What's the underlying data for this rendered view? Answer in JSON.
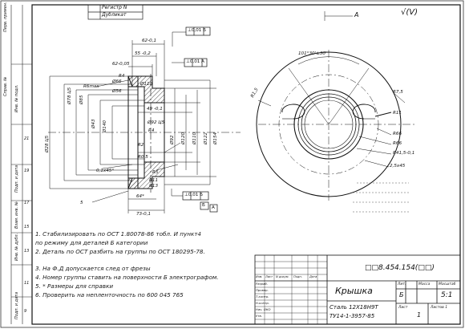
{
  "top_stamp": {
    "line1": "Регистр N",
    "line2": "Дубликат"
  },
  "corner_mark": "√(V)",
  "dims_left": {
    "d1": "62-0,1",
    "d2": "55 -0,2",
    "d3": "62-0,05",
    "d4": "R6max",
    "d5": "R4",
    "d6": "Ø66",
    "d7": "Ø56",
    "d8": "Ø118",
    "d9": "49 -0,1",
    "d10": "Ø92 Ц5",
    "d11": "R4",
    "d12": "R2",
    "d13": "R0,5",
    "d14": "Ø78 Ц5",
    "d15": "Ø85",
    "d16": "Ø28 Ц5",
    "d17": "R5",
    "d18": "0,1x45°",
    "d19": "Ø43",
    "d20": "Ø140",
    "d21": "Ø92",
    "d22": "Ø120",
    "d23": "Ø110",
    "d24": "R11",
    "d25": "R13",
    "d26": "Ø122",
    "d27": "Ø154",
    "d28": "73-0,1",
    "d29": "64*",
    "d30": "5"
  },
  "frames": {
    "f1": "⊥0,01 Б",
    "f2": "⊥0,01 А",
    "f3": "⊥0,01 Б",
    "f4": "Б",
    "f5": "А"
  },
  "dims_right": {
    "r1": "101°30'±30'",
    "r2": "R1,5",
    "r3": "R7,5",
    "r4": "R11",
    "r5": "R66",
    "r6": "R66",
    "r7": "R41,5-0,1",
    "r8": "2,5x45",
    "r9": "A"
  },
  "notes": [
    "1. Стабилизировать по ОСТ 1.80078-86 тобл. И пункт4",
    "   по режиму для деталей Б категории",
    "2. Деталь по ОСТ разбить на группы по ОСТ 180295-78.",
    "3. На Ф.Д допускается след от фрезы",
    "4. Номер группы ставить на поверхности Б электрографом.",
    "5. * Размеры для справки",
    "6. Проверить на непленточность по 600 045 765"
  ],
  "title_block": {
    "doc_number": "□□8.454.154(□□)",
    "title": "Крышка",
    "material_line1": "Сталь 12Х18Н9Т",
    "material_line2": "ТУ14-1-3957-85",
    "scale": "5:1",
    "sheet": "1",
    "lit": "Лит.",
    "mass": "Масса",
    "scale_label": "Масштаб",
    "letter": "Б",
    "row_labels": [
      "Разраб.",
      "Провер.",
      "Т.контр.",
      "Н.контр.",
      "Нач. ОКО",
      "Утв."
    ],
    "header_labels": [
      "Изм.",
      "Лист",
      "N докум.",
      "Подп.",
      "Дата"
    ],
    "sheets_label": "Лист",
    "sheets_total": "Листов 1"
  },
  "side_labels": [
    "Подп. и дата",
    "Инв. № дубл.",
    "Взам. инв. №",
    "Подп. и дата",
    "Инв. № подл.",
    "Справ. №",
    "Перв. примен."
  ],
  "side_numbers": [
    "21",
    "19",
    "17",
    "15",
    "13",
    "11",
    "9"
  ]
}
